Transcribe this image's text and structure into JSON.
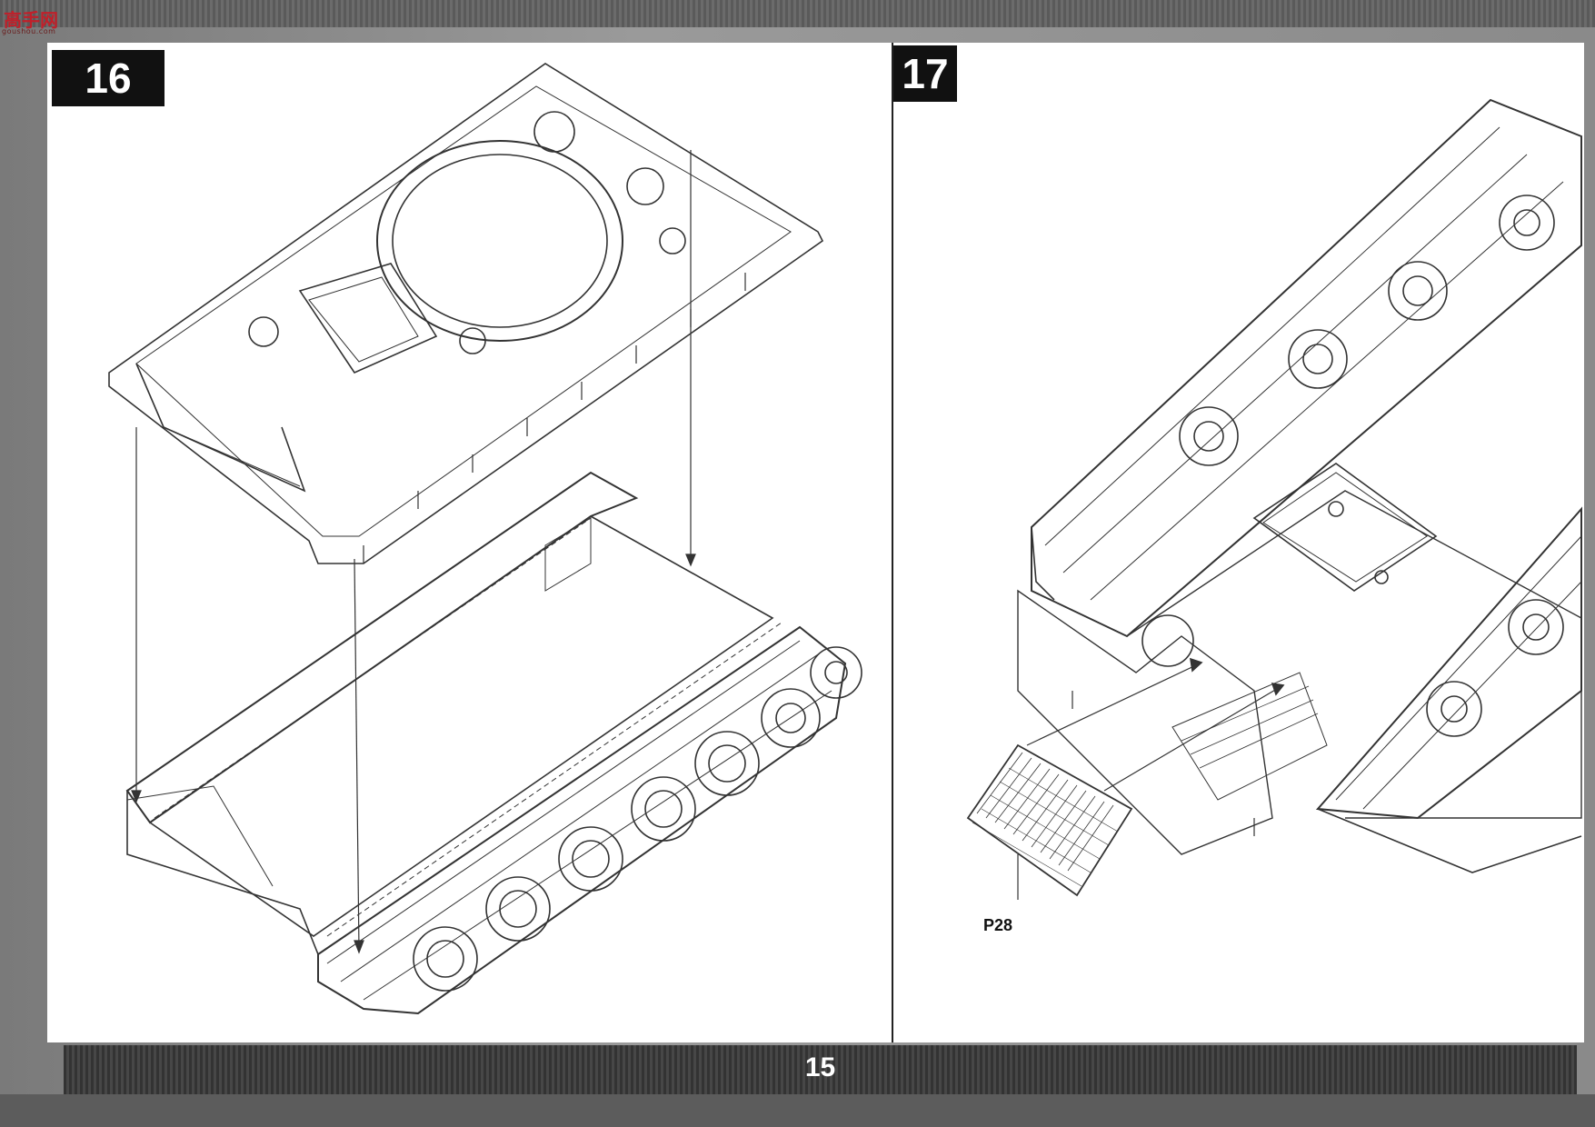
{
  "watermark": {
    "text": "高手网",
    "sub": "goushou.com"
  },
  "steps": [
    {
      "number": "16"
    },
    {
      "number": "17"
    }
  ],
  "part_labels": [
    {
      "text": "P28"
    }
  ],
  "page_number": "15"
}
